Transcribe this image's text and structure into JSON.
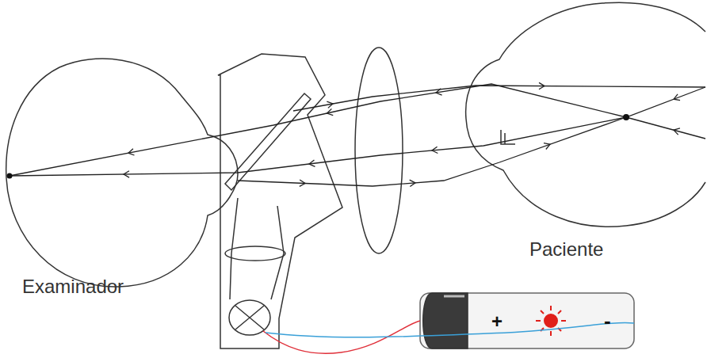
{
  "diagram": {
    "labels": [
      "Examinador",
      "Paciente",
      "+",
      "-"
    ]
  }
}
